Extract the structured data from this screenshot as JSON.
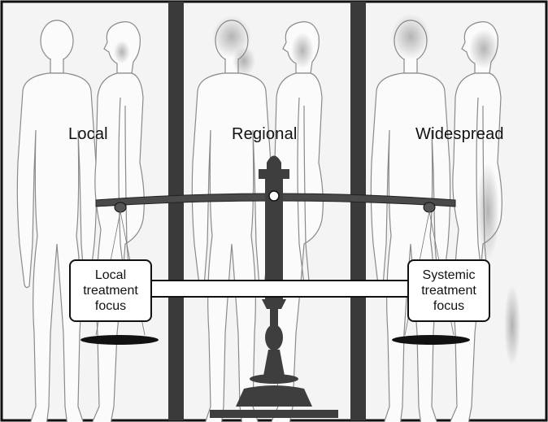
{
  "panels": [
    {
      "label": "Local"
    },
    {
      "label": "Regional"
    },
    {
      "label": "Widespread"
    }
  ],
  "scale": {
    "left_pan": {
      "lines": [
        "Local",
        "treatment",
        "focus"
      ]
    },
    "right_pan": {
      "lines": [
        "Systemic",
        "treatment",
        "focus"
      ]
    }
  },
  "colors": {
    "frame": "#111111",
    "pillar": "#3a3a3a",
    "beam": "#4a4a4a",
    "figure_stroke": "#8a8a8a",
    "shading": "#9a9a9a"
  }
}
